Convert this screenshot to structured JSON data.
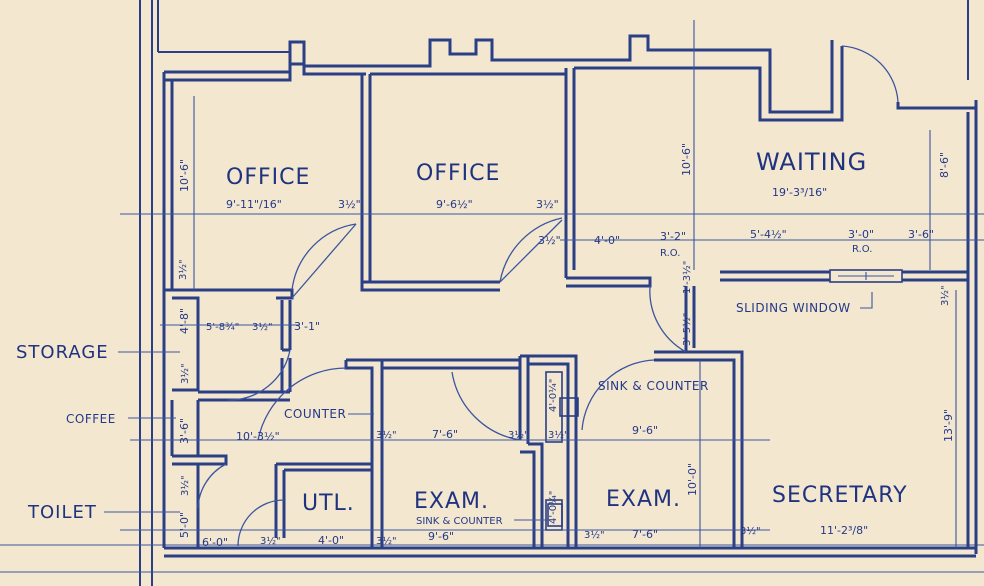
{
  "rooms": {
    "office_left": "OFFICE",
    "office_center": "OFFICE",
    "waiting": "WAITING",
    "utility": "UTL.",
    "exam_left": "EXAM.",
    "exam_right": "EXAM.",
    "secretary": "SECRETARY"
  },
  "external_labels": {
    "storage": "STORAGE",
    "coffee": "COFFEE",
    "toilet": "TOILET"
  },
  "notes": {
    "counter": "COUNTER",
    "sink_counter_upper": "SINK & COUNTER",
    "sink_counter_lower": "SINK & COUNTER",
    "sliding_window": "SLIDING WINDOW"
  },
  "dimensions": {
    "office_left_width": "9'-11\"/16\"",
    "office_left_height": "10'-6\"",
    "office_center_width": "9'-6½\"",
    "waiting_width": "19'-3³/16\"",
    "waiting_height": "10'-6\"",
    "waiting_right_height": "8'-6\"",
    "wall_a": "3½\"",
    "wall_b": "3½\"",
    "wall_c": "3½\"",
    "corridor_a": "4'-0\"",
    "ro_width": "3'-2\"",
    "ro_label": "R.O.",
    "waiting_seg": "5'-4½\"",
    "window_width": "3'-0\"",
    "window_ro": "R.O.",
    "right_seg": "3'-6\"",
    "storage_height": "4'-8\"",
    "storage_width": "5'-8¾\"",
    "storage_wall": "3½\"",
    "storage_seg": "3'-1\"",
    "left_wall_1": "3½\"",
    "left_wall_2": "3½\"",
    "corr_wall_1": "3½\"",
    "corr_wall_2": "3½\"",
    "corr_wall_3": "3½\"",
    "coffee_height": "3'-6\"",
    "corridor_width": "10'-3½\"",
    "corr_seg": "7'-6\"",
    "sink_dim": "4'-0¼\"",
    "exam_right_top": "9'-6\"",
    "exam_right_height": "10'-0\"",
    "secretary_height": "13'-9\"",
    "right_wall": "3½\"",
    "toilet_wall": "3½\"",
    "toilet_height": "5'-0\"",
    "toilet_width": "6'-0\"",
    "utl_wall": "3½\"",
    "utl_width": "4'-0\"",
    "exam_left_wall": "3½\"",
    "exam_left_width": "9'-6\"",
    "sink_lower_dim": "4'-0¼\"",
    "exam_right_wall": "3½\"",
    "exam_right_width": "7'-6\"",
    "secretary_wall": "3½\"",
    "secretary_width": "11'-2³/8\"",
    "ro_vert": "3'-5½\"",
    "ro_vert2": "1'-3½\""
  }
}
